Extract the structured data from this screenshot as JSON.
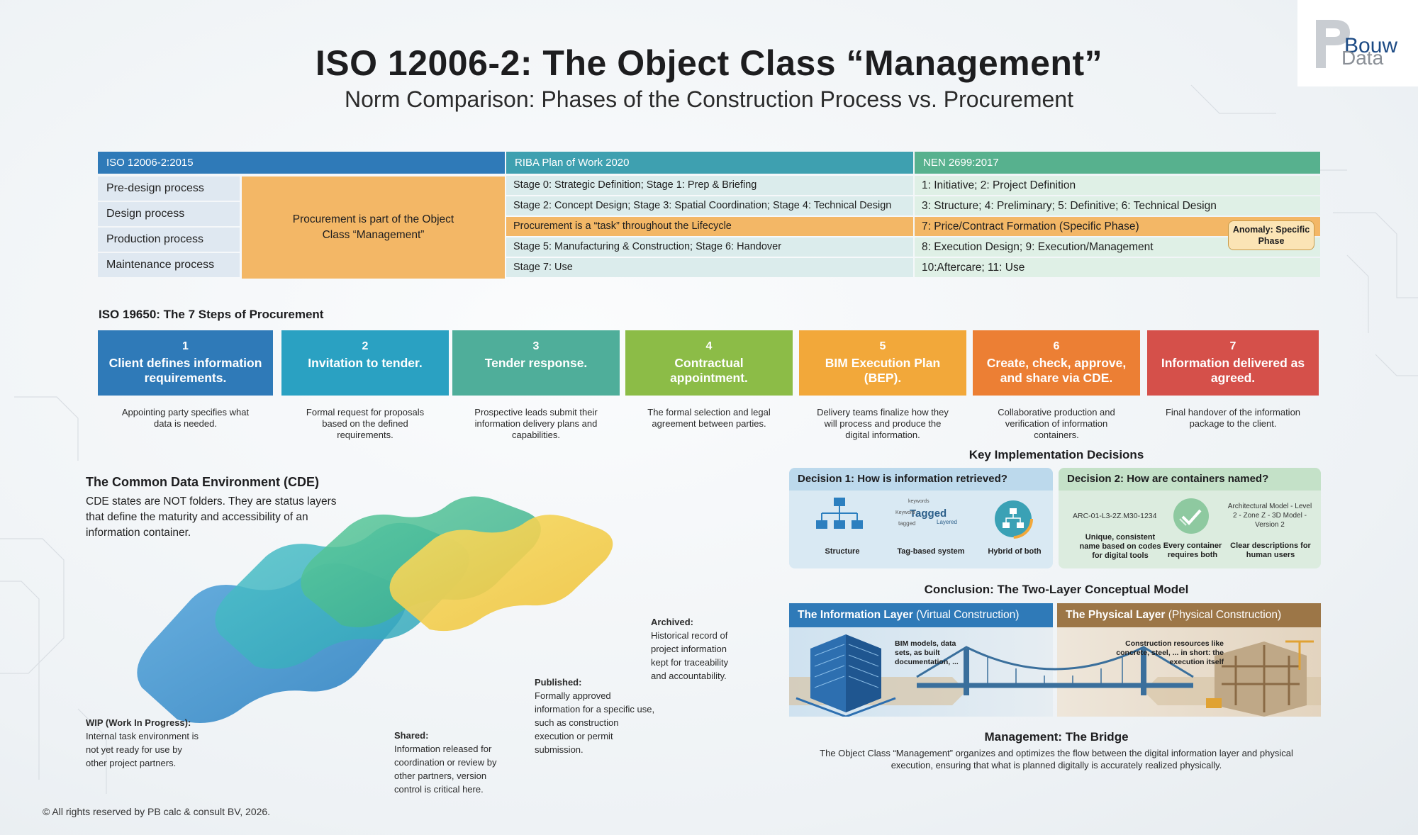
{
  "logo": {
    "word1": "Bouw",
    "word2": "Data"
  },
  "title": "ISO 12006-2: The Object Class “Management”",
  "subtitle": "Norm Comparison: Phases of the Construction Process vs. Procurement",
  "table": {
    "headers": [
      "ISO 12006-2:2015",
      "RIBA Plan of Work 2020",
      "NEN 2699:2017"
    ],
    "iso_rows": [
      "Pre-design process",
      "Design process",
      "Production process",
      "Maintenance process"
    ],
    "procurement_note": "Procurement is part of the Object Class “Management”",
    "riba_rows": [
      "Stage 0: Strategic Definition; Stage 1: Prep & Briefing",
      "Stage 2: Concept Design; Stage 3: Spatial Coordination; Stage 4: Technical Design",
      "Procurement is a “task” throughout the Lifecycle",
      "Stage 5: Manufacturing & Construction; Stage 6: Handover",
      "Stage 7: Use"
    ],
    "nen_rows": [
      "1: Initiative; 2: Project Definition",
      "3: Structure; 4: Preliminary; 5: Definitive; 6: Technical Design",
      "7: Price/Contract Formation (Specific Phase)",
      "8: Execution Design; 9: Execution/Management",
      "10:Aftercare; 11: Use"
    ],
    "anomaly": "Anomaly: Specific Phase"
  },
  "procurement": {
    "heading": "ISO 19650: The 7 Steps of Procurement",
    "steps": [
      {
        "num": "1",
        "name": "Client defines information requirements.",
        "desc": "Appointing party specifies what data is needed.",
        "color": "#2f7ab8"
      },
      {
        "num": "2",
        "name": "Invitation to tender.",
        "desc": "Formal request for proposals based on the defined requirements.",
        "color": "#2aa1c2"
      },
      {
        "num": "3",
        "name": "Tender response.",
        "desc": "Prospective leads submit their information delivery plans and capabilities.",
        "color": "#4fae9a"
      },
      {
        "num": "4",
        "name": "Contractual appointment.",
        "desc": "The formal selection and legal agreement between parties.",
        "color": "#8cbc47"
      },
      {
        "num": "5",
        "name": "BIM Execution Plan (BEP).",
        "desc": "Delivery teams finalize how they will process and produce the digital information.",
        "color": "#f2a83a"
      },
      {
        "num": "6",
        "name": "Create, check, approve, and share via CDE.",
        "desc": "Collaborative production and verification  of information containers.",
        "color": "#ec7f34"
      },
      {
        "num": "7",
        "name": "Information delivered as agreed.",
        "desc": "Final handover of the information package to the client.",
        "color": "#d5504a"
      }
    ]
  },
  "cde": {
    "title": "The Common Data Environment (CDE)",
    "text": "CDE states are NOT folders. They are status layers that define the maturity and accessibility of an information container.",
    "states": [
      {
        "name": "WIP (Work In Progress):",
        "desc": "Internal task environment is not yet ready for use by other project partners.",
        "color": "#4e9fd4"
      },
      {
        "name": "Shared:",
        "desc": "Information released for coordination or review by other partners, version control is critical here.",
        "color": "#3db4c4"
      },
      {
        "name": "Published:",
        "desc": "Formally approved information for a specific use, such as construction execution or permit submission.",
        "color": "#4fbf95"
      },
      {
        "name": "Archived:",
        "desc": "Historical record of project information kept for traceability and accountability.",
        "color": "#f2cf4a"
      }
    ]
  },
  "decisions": {
    "title": "Key Implementation Decisions",
    "d1": {
      "head": "Decision 1: How is information retrieved?",
      "labels": [
        "Structure",
        "Tag-based system",
        "Hybrid of both"
      ],
      "tags": [
        "Tagged",
        "Keyword",
        "Layered",
        "tagged",
        "keywords"
      ]
    },
    "d2": {
      "head": "Decision 2: How are containers named?",
      "code": "ARC-01-L3-2Z.M30-1234",
      "desc": "Architectural Model - Level 2 - Zone Z - 3D Model - Version 2",
      "labels": [
        "Unique, consistent name based on codes for digital tools",
        "Every container requires both",
        "Clear descriptions for human users"
      ]
    }
  },
  "conclusion": {
    "title": "Conclusion: The Two-Layer Conceptual Model",
    "info_layer": {
      "bold": "The Information Layer",
      "rest": " (Virtual Construction)",
      "note": "BIM models, data sets, as built documentation, ..."
    },
    "phys_layer": {
      "bold": "The Physical Layer",
      "rest": " (Physical Construction)",
      "note": "Construction resources like concrete, steel, ... in short: the execution itself"
    },
    "mgmt_title": "Management: The Bridge",
    "mgmt_text": "The Object Class “Management” organizes and optimizes the flow between the digital information layer and physical execution, ensuring that what is planned digitally is accurately realized physically."
  },
  "footer": "© All rights reserved by PB calc & consult BV, 2026."
}
